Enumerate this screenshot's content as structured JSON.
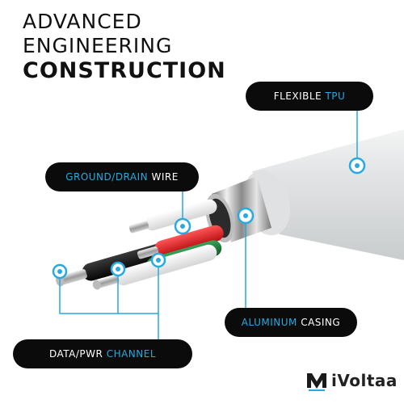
{
  "headline": {
    "line1": "ADVANCED",
    "line2": "ENGINEERING",
    "line3": "CONSTRUCTION"
  },
  "labels": {
    "flexible": {
      "white": "FLEXIBLE",
      "blue": "TPU"
    },
    "ground": {
      "blue": "GROUND/DRAIN",
      "white": "WIRE"
    },
    "aluminum": {
      "blue": "ALUMINUM",
      "white": "CASING"
    },
    "data": {
      "white": "DATA/PWR",
      "blue": "CHANNEL"
    }
  },
  "brand": {
    "name": "iVoltaa"
  },
  "colors": {
    "accent": "#27a9e1",
    "pill_bg": "#0b0b0b",
    "red_wire": "#e31e24",
    "green_wire": "#1e7a3a"
  }
}
